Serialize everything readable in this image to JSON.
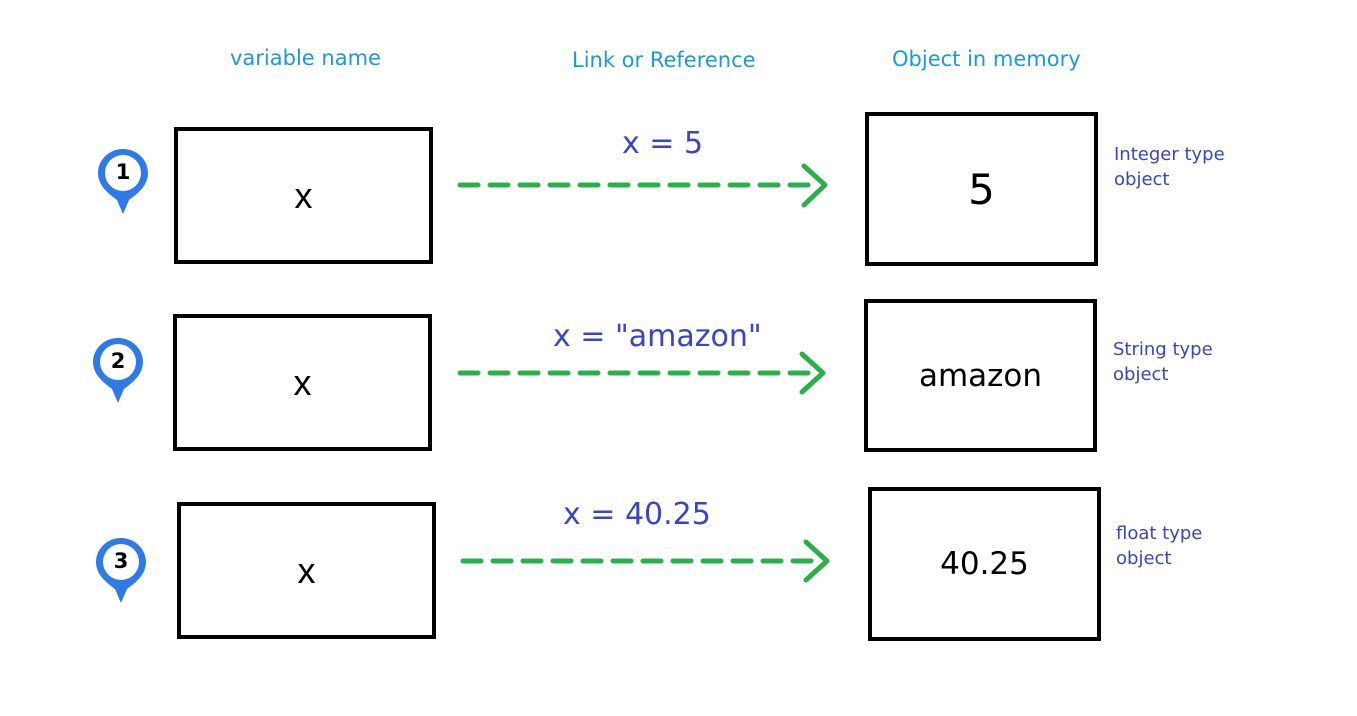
{
  "headers": {
    "variable_name": "variable name",
    "link": "Link or Reference",
    "object": "Object in memory"
  },
  "colors": {
    "header": "#1a9ad8",
    "assignment": "#3a43c9",
    "arrow": "#2ab04a",
    "marker": "#2e7be8"
  },
  "rows": [
    {
      "number": "1",
      "variable": "x",
      "assignment": "x = 5",
      "object": "5",
      "type_line1": "Integer type",
      "type_line2": "object"
    },
    {
      "number": "2",
      "variable": "x",
      "assignment": "x = \"amazon\"",
      "object": "amazon",
      "type_line1": "String type",
      "type_line2": "object"
    },
    {
      "number": "3",
      "variable": "x",
      "assignment": "x = 40.25",
      "object": "40.25",
      "type_line1": "float type",
      "type_line2": "object"
    }
  ],
  "icons": {
    "marker": "map-pin-icon",
    "arrow": "arrow-right-icon"
  }
}
